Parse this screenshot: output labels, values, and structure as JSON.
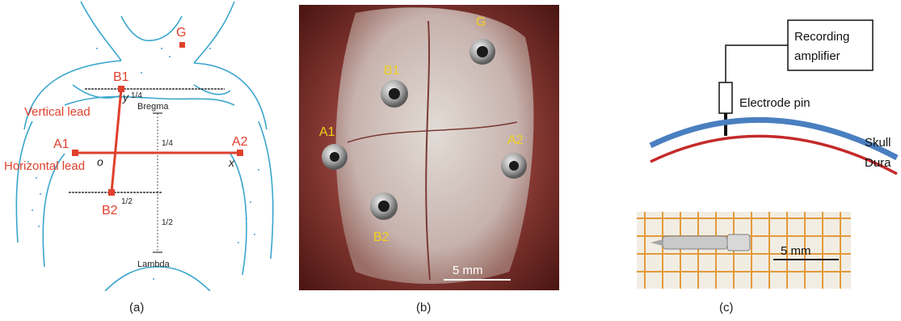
{
  "panels": {
    "a": {
      "caption": "(a)",
      "labels": {
        "G": "G",
        "B1": "B1",
        "B2": "B2",
        "A1": "A1",
        "A2": "A2",
        "vertical_lead": "Vertical lead",
        "horizontal_lead": "Horizontal lead",
        "origin": "o",
        "x_axis": "x",
        "y_axis": "y",
        "bregma": "Bregma",
        "lambda": "Lambda",
        "frac_b1": "1/4",
        "frac_mid": "1/4",
        "frac_b2": "1/2",
        "frac_low": "1/2"
      }
    },
    "b": {
      "caption": "(b)",
      "labels": {
        "G": "G",
        "B1": "B1",
        "A1": "A1",
        "A2": "A2",
        "B2": "B2",
        "scale": "5 mm"
      }
    },
    "c": {
      "caption": "(c)",
      "labels": {
        "recording_amplifier_line1": "Recording",
        "recording_amplifier_line2": "amplifier",
        "electrode_pin": "Electrode pin",
        "skull": "Skull",
        "dura": "Dura",
        "scale": "5 mm"
      }
    }
  },
  "colors": {
    "annotation_red": "#e0402c",
    "sketch_blue": "#3aa6cc",
    "electrode_label_yellow": "#f2d21a",
    "skull_blue": "#4a7fc0",
    "dura_red": "#c42a2a",
    "grid_orange": "#e39a3a"
  }
}
